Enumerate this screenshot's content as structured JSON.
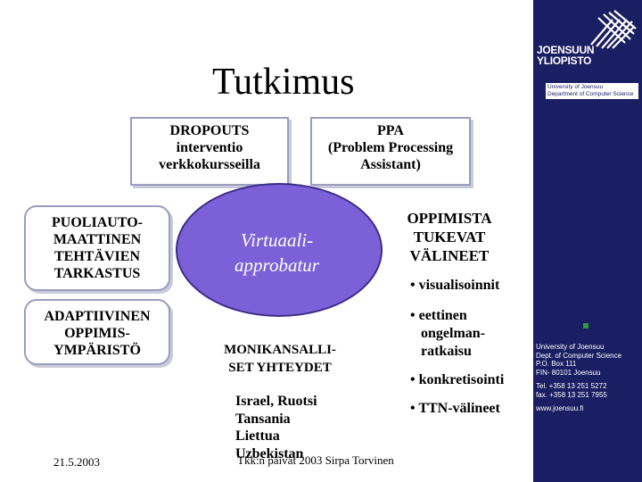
{
  "slide": {
    "title": "Tutkimus",
    "dropouts": {
      "line1": "DROPOUTS",
      "line2": "interventio",
      "line3": "verkkokursseilla"
    },
    "ppa": {
      "line1": "PPA",
      "line2": "(Problem Processing",
      "line3": "Assistant)"
    },
    "center": {
      "line1": "Virtuaali-",
      "line2": "approbatur"
    },
    "puoli": {
      "line1": "PUOLIAUTO-",
      "line2": "MAATTINEN",
      "line3": "TEHTÄVIEN",
      "line4": "TARKASTUS"
    },
    "adapt": {
      "line1": "ADAPTIIVINEN",
      "line2": "OPPIMIS-",
      "line3": "YMPÄRISTÖ"
    },
    "oppimista": {
      "line1": "OPPIMISTA",
      "line2": "TUKEVAT",
      "line3": "VÄLINEET"
    },
    "bullets": {
      "b1": "• visualisoinnit",
      "b2a": "• eettinen",
      "b2b": "ongelman-",
      "b2c": "ratkaisu",
      "b3": "• konkretisointi",
      "b4": "• TTN-välineet"
    },
    "moni": {
      "line1": "MONIKANSALLI-",
      "line2": "SET YHTEYDET"
    },
    "countries": {
      "c1": "Israel, Ruotsi",
      "c2": "Tansania",
      "c3": "Liettua",
      "c4": "Uzbekistan"
    },
    "date": "21.5.2003",
    "footer": "Tkk:n päivät 2003 Sirpa Torvinen"
  },
  "sidebar": {
    "logo_line1": "JOENSUUN",
    "logo_line2": "YLIOPISTO",
    "dept_line1": "University of Joensuu",
    "dept_line2": "Department of Computer Science",
    "info": {
      "l1": "University of Joensuu",
      "l2": "Dept. of Computer Science",
      "l3": "P.O. Box 111",
      "l4": "FIN- 80101 Joensuu",
      "l5": "Tel. +358 13 251 5272",
      "l6": "fax. +358 13 251 7955",
      "l7": "www.joensuu.fi"
    },
    "accent": "#1a1e62"
  },
  "colors": {
    "oval": "#7b60d8",
    "box_border": "#9a9cc0",
    "dot": "#2f9b3a"
  }
}
